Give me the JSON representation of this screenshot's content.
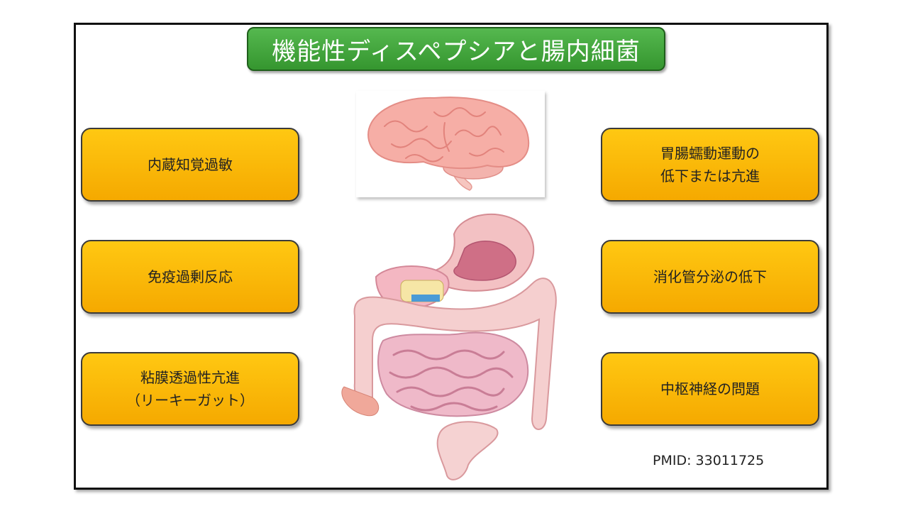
{
  "title": "機能性ディスペプシアと腸内細菌",
  "left_boxes": [
    {
      "lines": [
        "内蔵知覚過敏"
      ]
    },
    {
      "lines": [
        "免疫過剰反応"
      ]
    },
    {
      "lines": [
        "粘膜透過性亢進",
        "（リーキーガット）"
      ]
    }
  ],
  "right_boxes": [
    {
      "lines": [
        "胃腸蠕動運動の",
        "低下または亢進"
      ]
    },
    {
      "lines": [
        "消化管分泌の低下"
      ]
    },
    {
      "lines": [
        "中枢神経の問題"
      ]
    }
  ],
  "footer": {
    "pmid": "PMID: 33011725"
  },
  "colors": {
    "title_green": "#45a83f",
    "box_yellow": "#fbb90a",
    "brain_pink": "#f4a9a3",
    "gut_pink": "#eeb4c2"
  },
  "icons": [
    "brain-illustration",
    "digestive-system-illustration"
  ]
}
